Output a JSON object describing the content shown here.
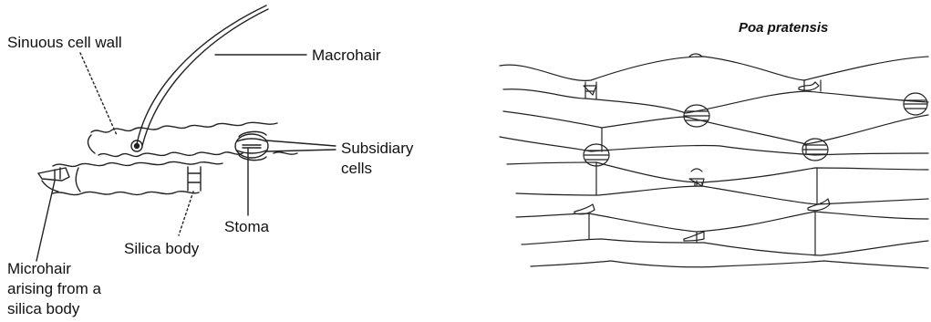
{
  "left_diagram": {
    "labels": {
      "sinuous_cell_wall": "Sinuous cell wall",
      "macrohair": "Macrohair",
      "subsidiary_cells_line1": "Subsidiary",
      "subsidiary_cells_line2": "cells",
      "stoma": "Stoma",
      "silica_body": "Silica body",
      "microhair_line1": "Microhair",
      "microhair_line2": "arising from a",
      "microhair_line3": "silica body"
    }
  },
  "right_diagram": {
    "title": "Poa pratensis"
  }
}
